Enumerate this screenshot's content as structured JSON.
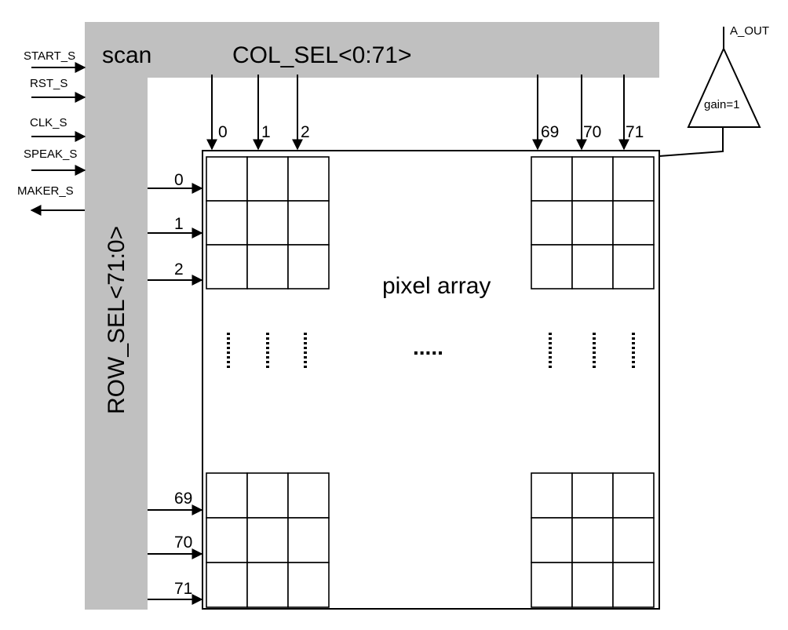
{
  "scan_label": "scan",
  "col_bus_label": "COL_SEL<0:71>",
  "row_bus_label": "ROW_SEL<71:0>",
  "array_label": "pixel array",
  "horizontal_ellipsis": ".....",
  "amplifier": {
    "gain_label": "gain=1",
    "output_label": "A_OUT"
  },
  "input_signals": [
    "START_S",
    "RST_S",
    "CLK_S",
    "SPEAK_S"
  ],
  "output_signals": [
    "MAKER_S"
  ],
  "column_indices": [
    "0",
    "1",
    "2",
    "69",
    "70",
    "71"
  ],
  "row_indices": [
    "0",
    "1",
    "2",
    "69",
    "70",
    "71"
  ],
  "colors": {
    "scan_bar": "#c0c0c0",
    "line": "#000000",
    "background": "#ffffff"
  }
}
